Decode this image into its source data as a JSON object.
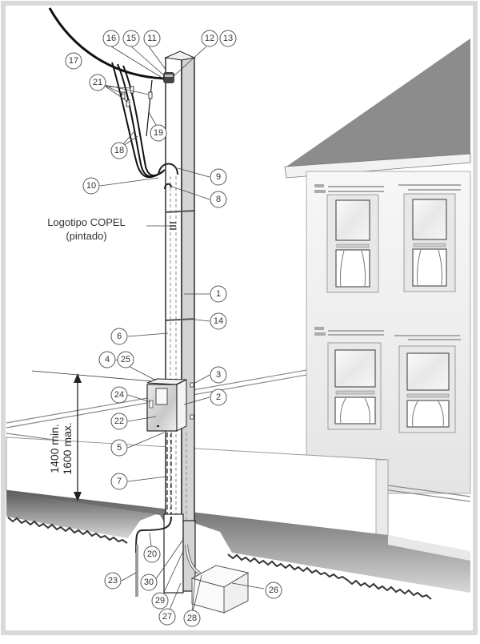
{
  "diagram": {
    "logo_label_line1": "Logotipo COPEL",
    "logo_label_line2": "(pintado)",
    "dimension_min": "1400 min.",
    "dimension_max": "1600  max.",
    "callouts": [
      "1",
      "2",
      "3",
      "4",
      "5",
      "6",
      "7",
      "8",
      "9",
      "10",
      "11",
      "12",
      "13",
      "14",
      "15",
      "16",
      "17",
      "18",
      "19",
      "20",
      "21",
      "22",
      "23",
      "24",
      "25",
      "26",
      "27",
      "28",
      "29",
      "30"
    ],
    "colors": {
      "frame": "#d9d9d9",
      "roof": "#8c8c8c",
      "ground_dark": "#6e6e6e",
      "ground_light": "#e6e6e6",
      "pole_shade": "#d4d4d4",
      "line": "#333333"
    }
  }
}
